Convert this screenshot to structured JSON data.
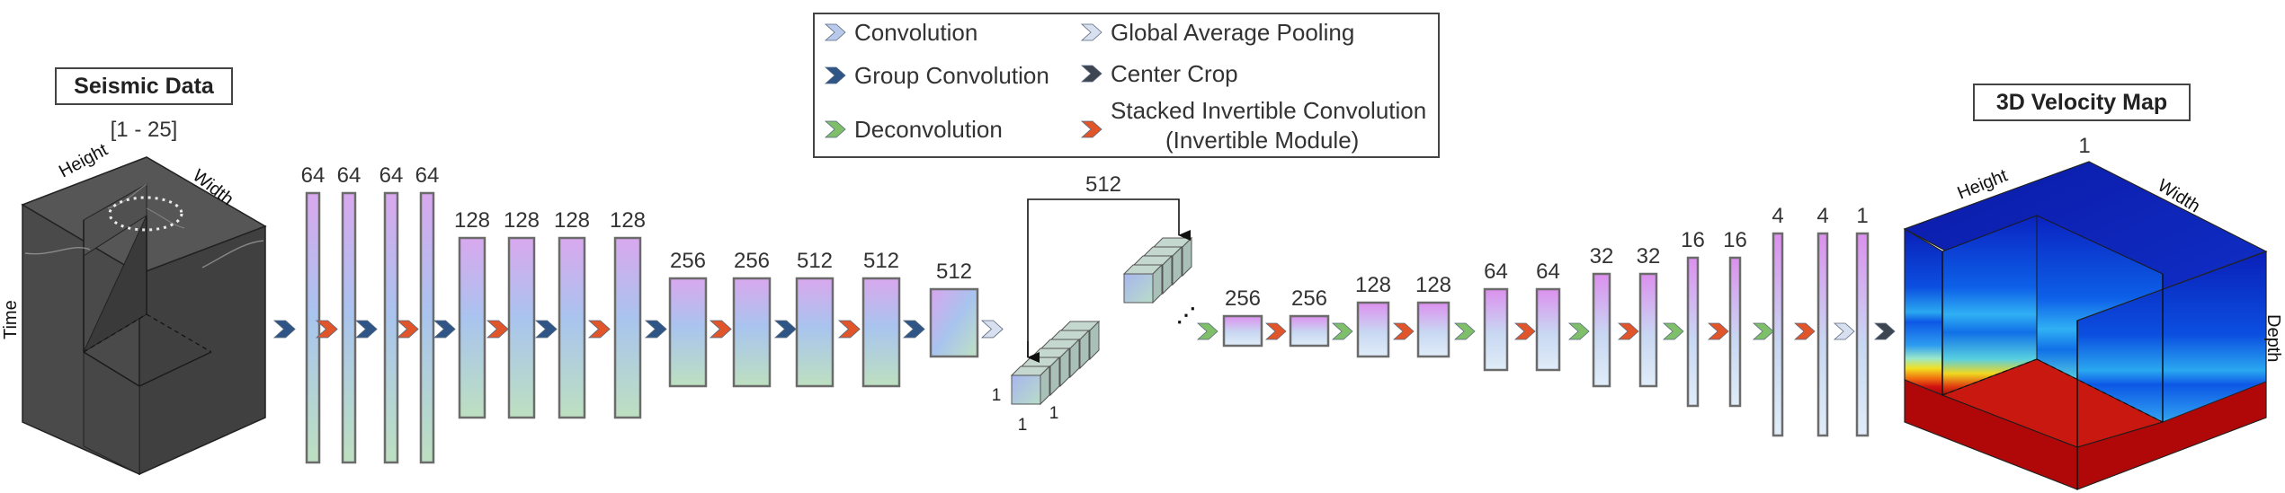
{
  "legend": {
    "convolution": "Convolution",
    "group_convolution": "Group Convolution",
    "deconvolution": "Deconvolution",
    "global_average_pooling": "Global Average Pooling",
    "center_crop": "Center Crop",
    "stacked_invertible_line1": "Stacked Invertible Convolution",
    "stacked_invertible_line2": "(Invertible Module)"
  },
  "input": {
    "title": "Seismic Data",
    "range": "[1 - 25]",
    "axis_height": "Height",
    "axis_width": "Width",
    "axis_time": "Time"
  },
  "output": {
    "title": "3D Velocity Map",
    "channels": "1",
    "axis_height": "Height",
    "axis_width": "Width",
    "axis_depth": "Depth"
  },
  "encoder_channels": [
    "64",
    "64",
    "64",
    "64",
    "128",
    "128",
    "128",
    "128",
    "256",
    "256",
    "512",
    "512",
    "512"
  ],
  "latent": {
    "top": "512",
    "dim_a": "1",
    "dim_b": "1",
    "dim_c": "1"
  },
  "decoder_channels": [
    "256",
    "256",
    "128",
    "128",
    "64",
    "64",
    "32",
    "32",
    "16",
    "16",
    "4",
    "4",
    "1"
  ],
  "arrow_sequence": [
    "group",
    "invert",
    "group",
    "invert",
    "group",
    "invert",
    "group",
    "invert",
    "group",
    "invert",
    "group",
    "invert",
    "group",
    "gap"
  ],
  "decoder_arrow_sequence": [
    "deconv",
    "invert",
    "deconv",
    "invert",
    "deconv",
    "invert",
    "deconv",
    "invert",
    "deconv",
    "invert",
    "deconv",
    "invert",
    "gap",
    "crop"
  ],
  "colors": {
    "convolution": "#b9c9ec",
    "group_convolution": "#2e5585",
    "deconvolution": "#7fbf6a",
    "global_average_pooling": "#d8e0f0",
    "center_crop": "#3d4550",
    "stacked_invertible": "#e0552a",
    "block_stroke": "#6b6b6b",
    "rock": "#4a4a4a"
  }
}
